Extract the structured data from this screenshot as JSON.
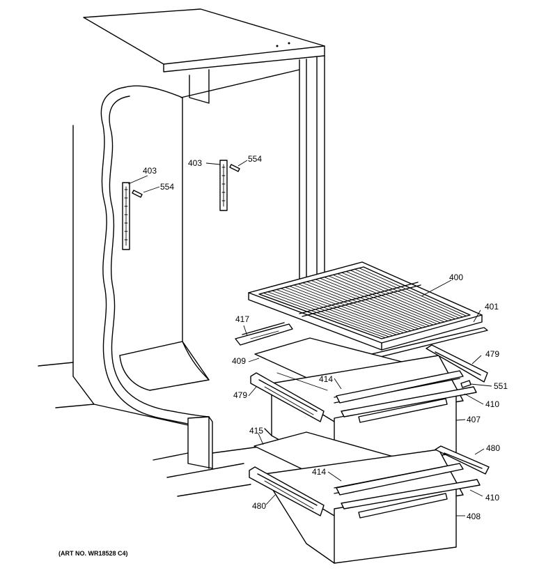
{
  "callouts": {
    "c400": "400",
    "c401": "401",
    "c403a": "403",
    "c403b": "403",
    "c554a": "554",
    "c554b": "554",
    "c417": "417",
    "c409": "409",
    "c414a": "414",
    "c414b": "414",
    "c479a": "479",
    "c479b": "479",
    "c551": "551",
    "c410a": "410",
    "c410b": "410",
    "c407": "407",
    "c415": "415",
    "c480a": "480",
    "c480b": "480",
    "c408": "408"
  },
  "art_number": "(ART NO. WR18528 C4)"
}
